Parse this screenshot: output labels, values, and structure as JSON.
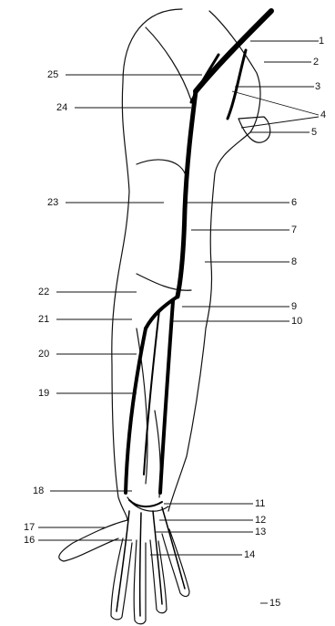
{
  "figure": {
    "labels": [
      "1",
      "2",
      "3",
      "4",
      "5",
      "6",
      "7",
      "8",
      "9",
      "10",
      "11",
      "12",
      "13",
      "14",
      "15",
      "16",
      "17",
      "18",
      "19",
      "20",
      "21",
      "22",
      "23",
      "24",
      "25"
    ]
  },
  "colors": {
    "ink": "#111111",
    "vessel": "#000000",
    "background": "#ffffff"
  }
}
